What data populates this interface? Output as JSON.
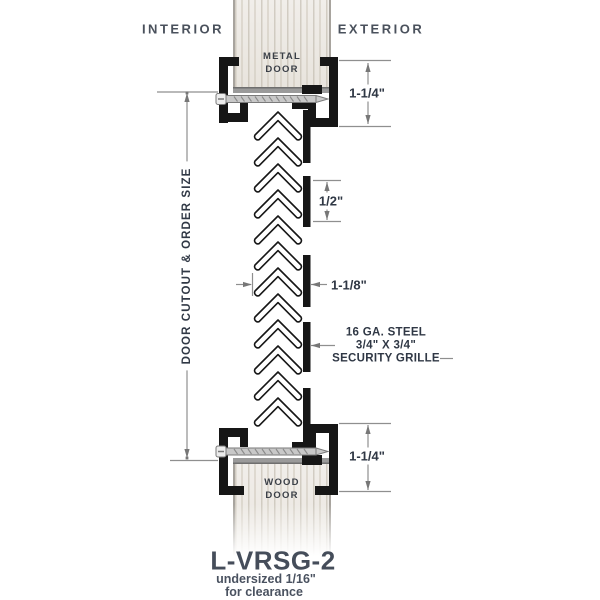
{
  "labels": {
    "interior": "INTERIOR",
    "exterior": "EXTERIOR",
    "metal_door": "METAL DOOR",
    "wood_door": "WOOD DOOR",
    "left_dimension": "DOOR CUTOUT & ORDER SIZE"
  },
  "dimensions": {
    "top_frame_depth": "1-1/4\"",
    "grille_bar_segment": "1/2\"",
    "louver_depth": "1-1/8\"",
    "bottom_frame_depth": "1-1/4\""
  },
  "grille_note": {
    "line1": "16 GA. STEEL",
    "line2": "3/4\" X 3/4\"",
    "line3": "SECURITY GRILLE"
  },
  "footer": {
    "model": "L-VRSG-2",
    "note_line1": "undersized 1/16\"",
    "note_line2": "for clearance"
  },
  "colors": {
    "line_art": "#161616",
    "dimension_lines": "#8f8f8f",
    "dark_text": "#2f3744",
    "wood_base": "#eeebe6",
    "door_edge_band": "#9a9a9a",
    "screw_body": "#c8c8c8"
  }
}
